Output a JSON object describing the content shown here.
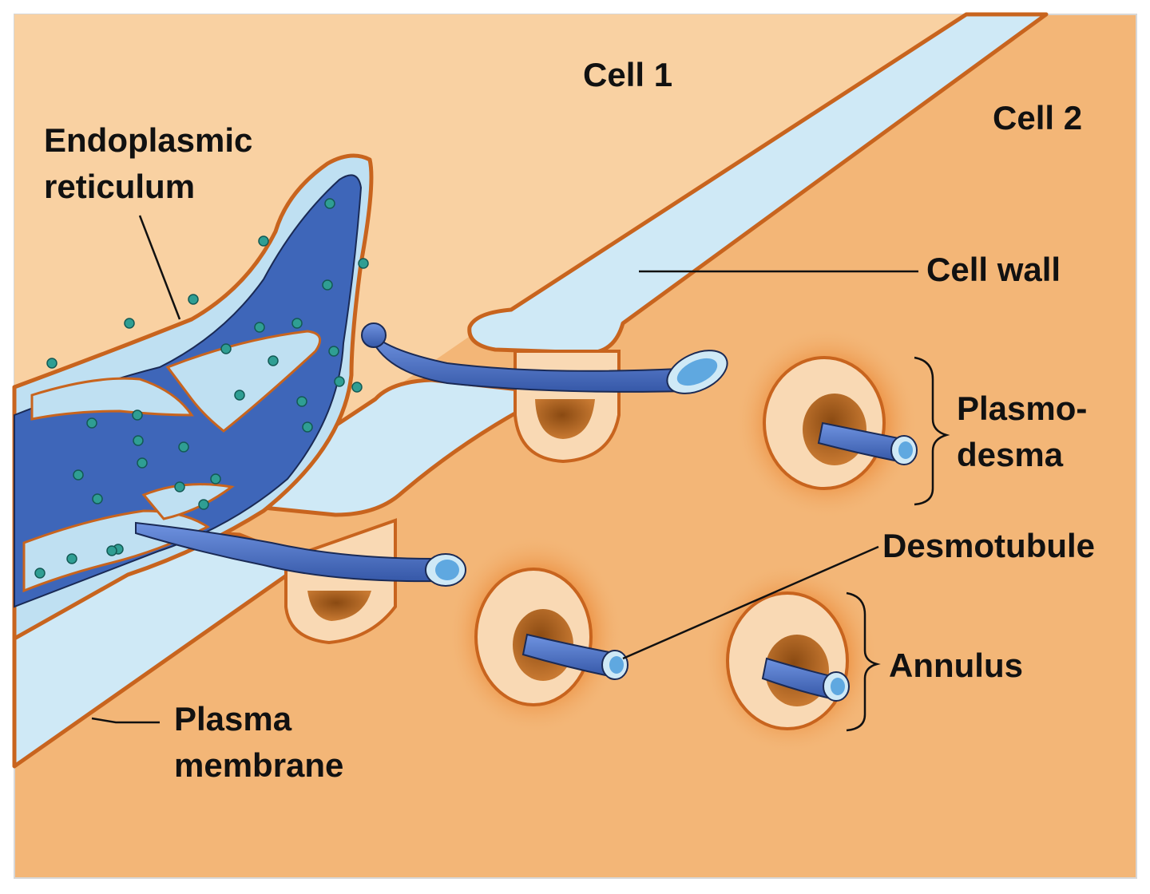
{
  "labels": {
    "cell1": "Cell 1",
    "cell2": "Cell 2",
    "er_line1": "Endoplasmic",
    "er_line2": "reticulum",
    "cell_wall": "Cell wall",
    "plasmodesma_line1": "Plasmo-",
    "plasmodesma_line2": "desma",
    "desmotubule": "Desmotubule",
    "annulus": "Annulus",
    "pm_line1": "Plasma",
    "pm_line2": "membrane"
  },
  "colors": {
    "cell1_cytoplasm": "#f9d1a2",
    "cell2_cytoplasm": "#f3b677",
    "cell_wall": "#cfe9f6",
    "membrane_outline": "#c8641e",
    "er_lumen": "#3e66b9",
    "ribosome": "#2f9e93",
    "desmotubule": "#4f72c6"
  }
}
